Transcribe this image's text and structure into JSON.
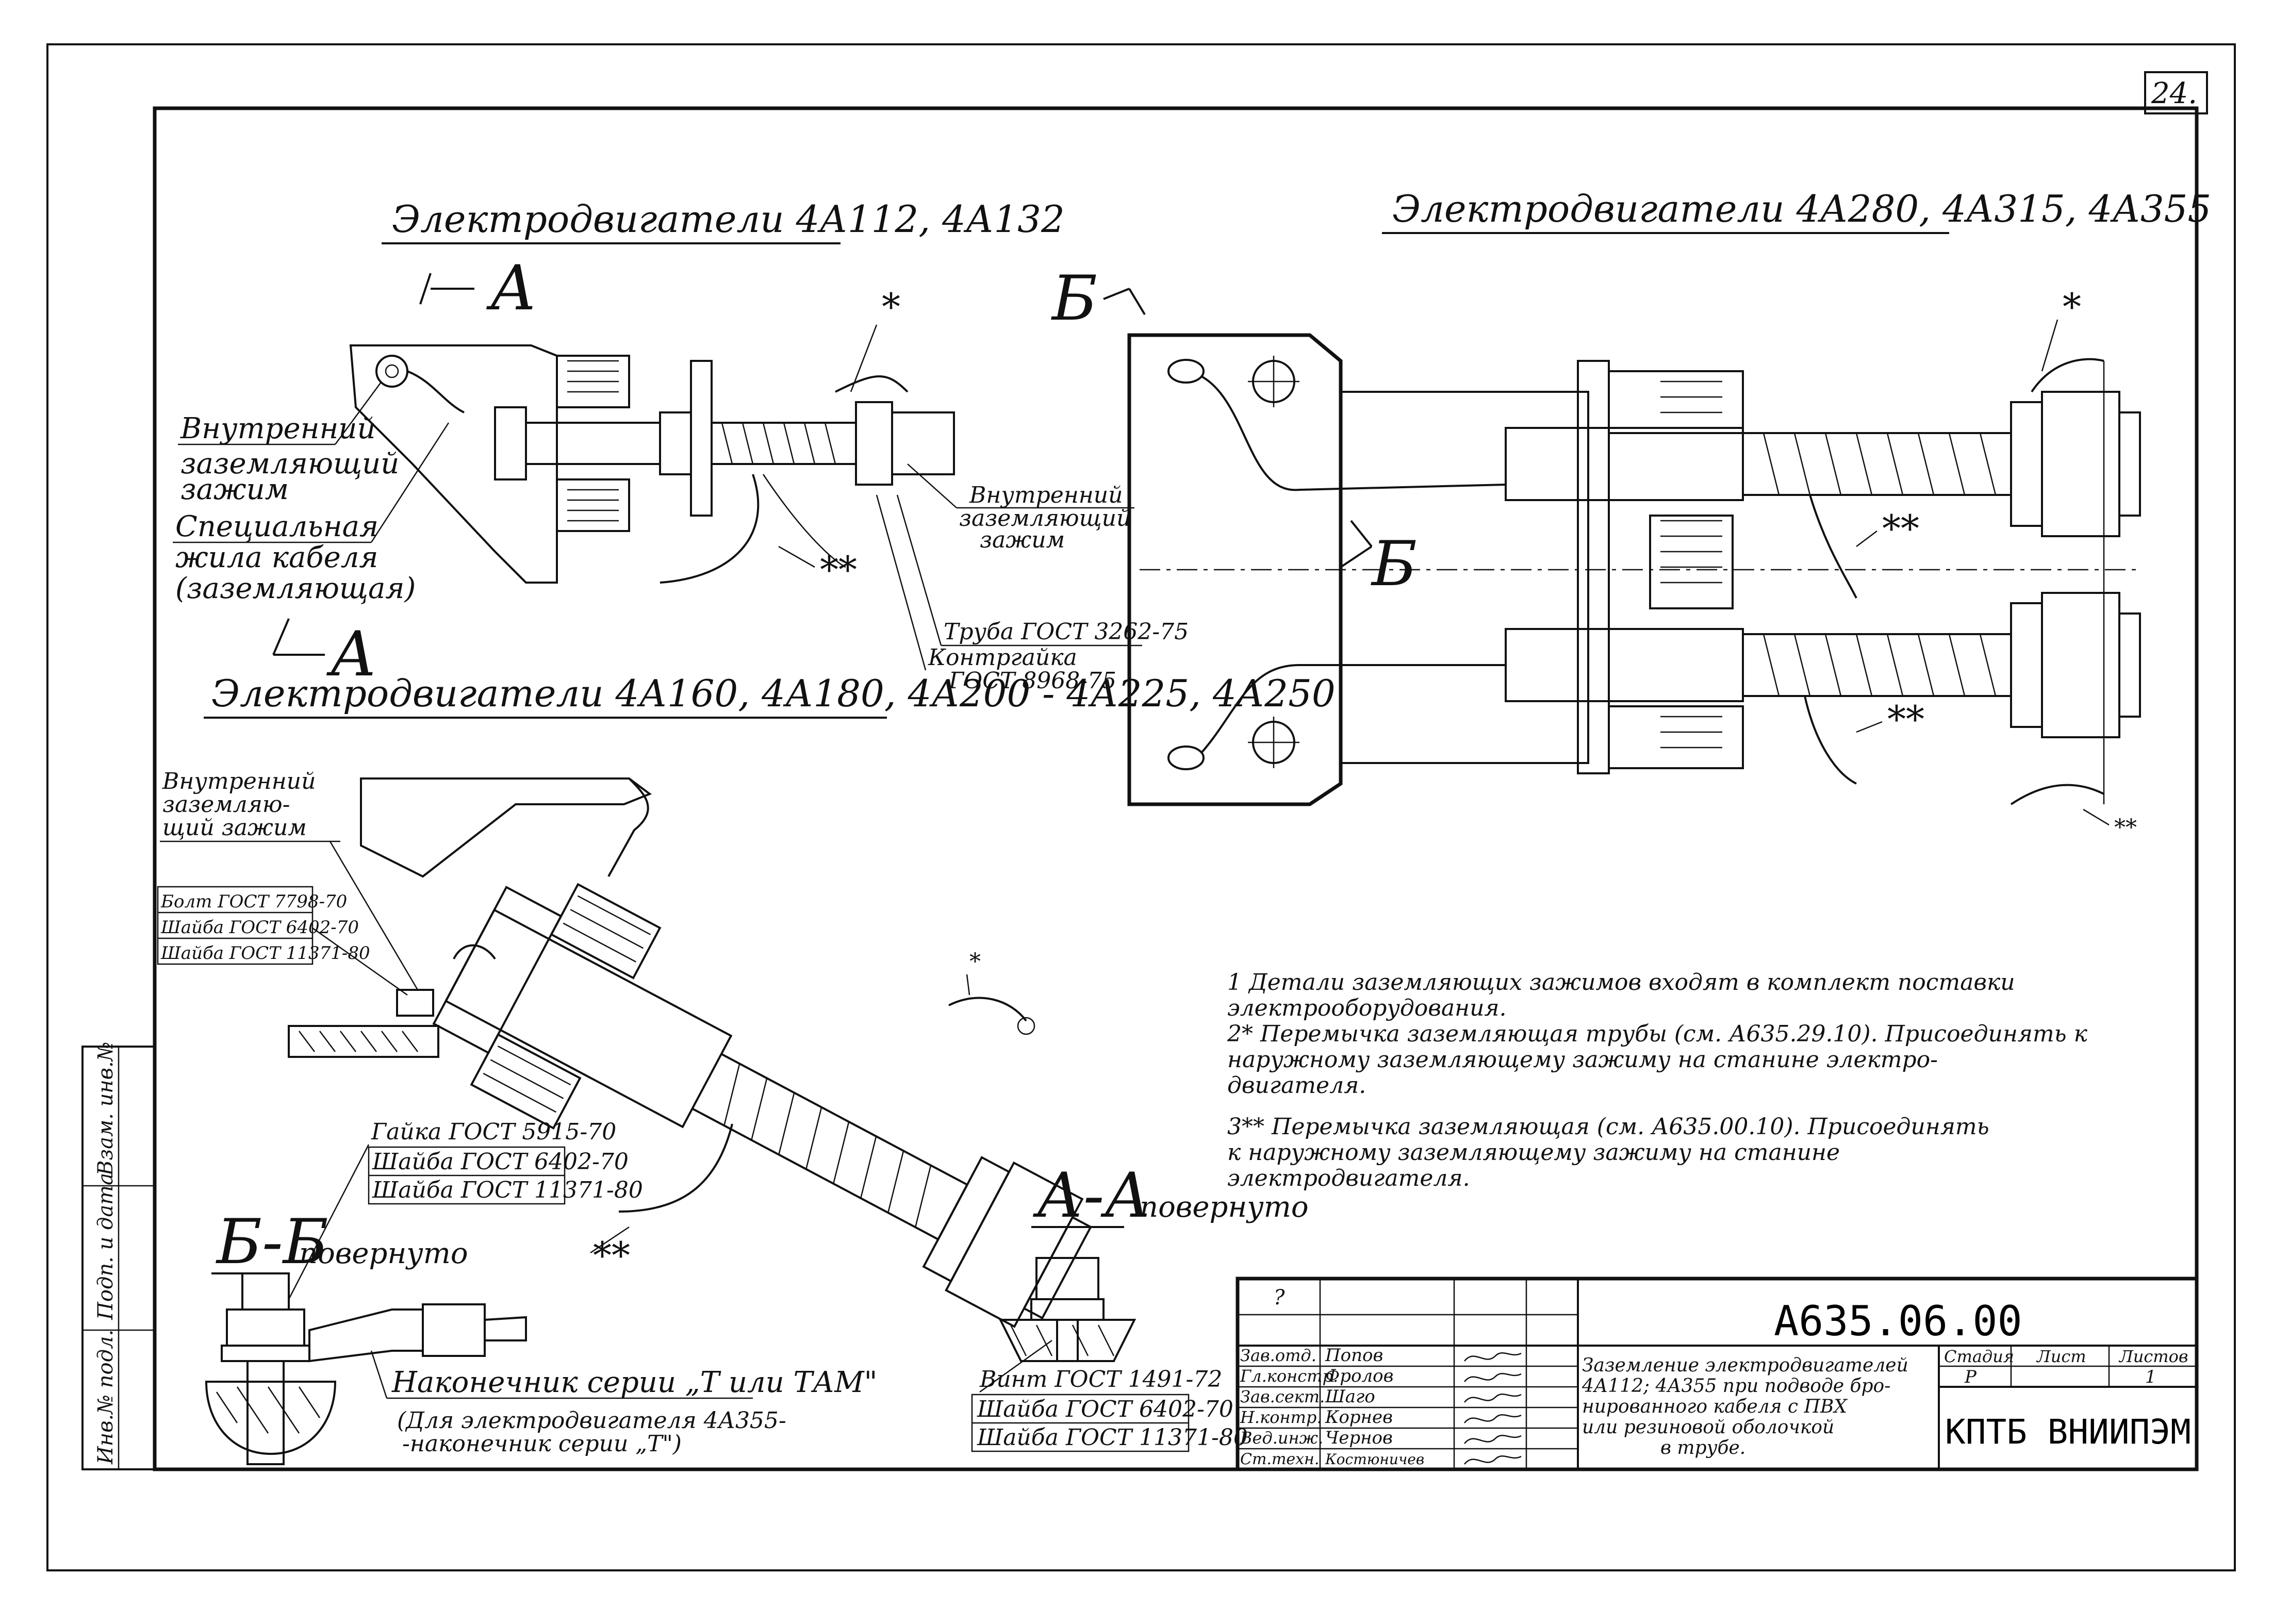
{
  "sheet": {
    "number": "24.",
    "doc_code": "А635.06.00",
    "org": "КПТБ ВНИИПЭМ",
    "title_lines": [
      "Заземление электродвигателей",
      "4А112; 4А355 при подводе бро-",
      "нированного кабеля с ПВХ",
      "или резиновой оболочкой",
      "в трубе."
    ],
    "stage_hdr": "Стадия",
    "sheet_hdr": "Лист",
    "sheets_hdr": "Листов",
    "stage_val": "Р",
    "sheets_val": "1",
    "top_cell": "?",
    "staff": [
      {
        "role": "Зав.отд.",
        "name": "Попов"
      },
      {
        "role": "Гл.констр.",
        "name": "Фролов"
      },
      {
        "role": "Зав.сект.",
        "name": "Шаго"
      },
      {
        "role": "Н.контр.",
        "name": "Корнев"
      },
      {
        "role": "Вед.инж.",
        "name": "Чернов"
      },
      {
        "role": "Ст.техн.",
        "name": "Костюничев"
      }
    ],
    "side_stamp": [
      "Инв.№ подл.",
      "Подп. и дата",
      "Взам. инв.№"
    ]
  },
  "titles": {
    "left_top": "Электродвигатели 4А112, 4А132",
    "right_top": "Электродвигатели 4А280, 4А315, 4А355",
    "left_mid": "Электродвигатели 4А160, 4А180, 4А200 - 4А225, 4А250"
  },
  "labels": {
    "section_a": "А",
    "section_b": "Б",
    "star1": "*",
    "star2": "**",
    "inner_clamp_1": [
      "Внутренний",
      "заземляющий",
      "зажим"
    ],
    "special_core": [
      "Специальная",
      "жила кабеля",
      "(заземляющая)"
    ],
    "inner_clamp_2": [
      "Внутренний",
      "заземляющий",
      "зажим"
    ],
    "pipe": "Труба ГОСТ 3262-75",
    "locknut": [
      "Контргайка",
      "ГОСТ 8968-75"
    ],
    "inner_clamp_3": [
      "Внутренний",
      "заземляю-",
      "щий зажим"
    ],
    "bolt_stack": [
      "Болт ГОСТ 7798-70",
      "Шайба ГОСТ 6402-70",
      "Шайба ГОСТ 11371-80"
    ],
    "nut_stack": [
      "Гайка ГОСТ 5915-70",
      "Шайба ГОСТ 6402-70",
      "Шайба ГОСТ 11371-80"
    ],
    "bb_title": "Б-Б",
    "bb_rot": "повернуто",
    "aa_title": "А-А",
    "aa_rot": "повернуто",
    "lug": "Наконечник серии „Т или ТАМ\"",
    "lug_note": [
      "(Для электродвигателя 4А355-",
      "-наконечник серии „Т\")"
    ],
    "screw_stack": [
      "Винт ГОСТ 1491-72",
      "Шайба ГОСТ 6402-70",
      "Шайба ГОСТ 11371-80"
    ]
  },
  "notes": [
    "1  Детали заземляющих зажимов входят в комплект поставки",
    "    электрооборудования.",
    "2* Перемычка заземляющая трубы (см. А635.29.10). Присоединять к",
    "    наружному заземляющему зажиму на станине электро-",
    "    двигателя.",
    "3** Перемычка заземляющая (см. А635.00.10). Присоединять",
    "    к наружному заземляющему зажиму на станине",
    "    электродвигателя."
  ]
}
